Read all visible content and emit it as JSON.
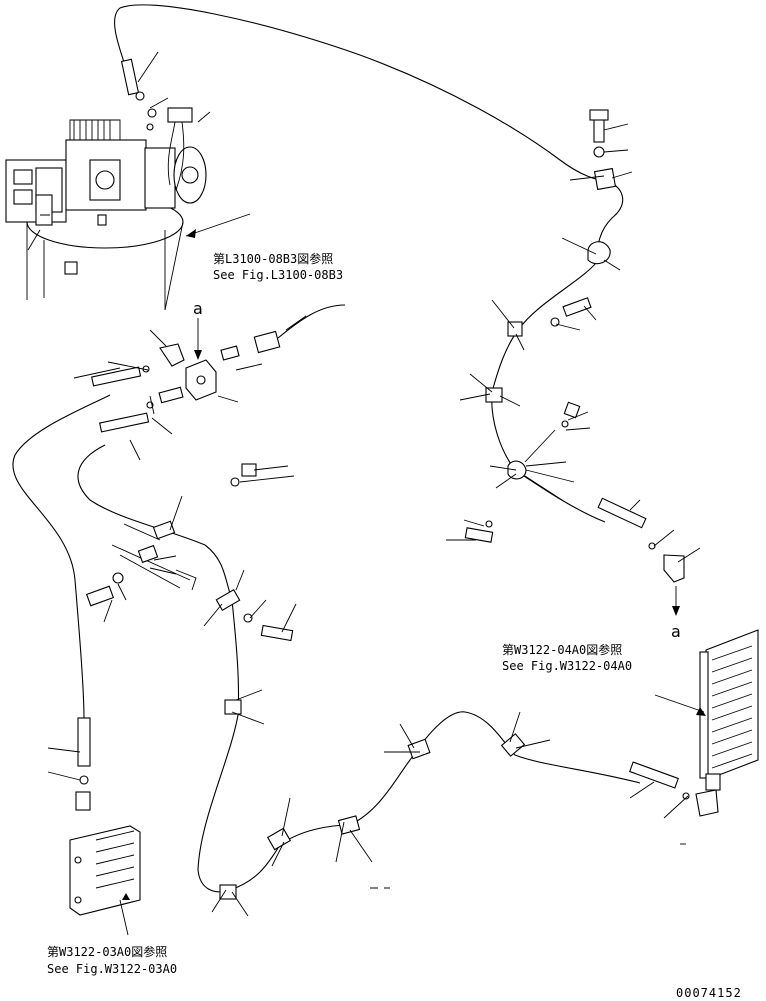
{
  "references": {
    "top": {
      "jp": "第L3100-08B3図参照",
      "en": "See Fig.L3100-08B3"
    },
    "right": {
      "jp": "第W3122-04A0図参照",
      "en": "See Fig.W3122-04A0"
    },
    "bottom_left": {
      "jp": "第W3122-03A0図参照",
      "en": "See Fig.W3122-03A0"
    }
  },
  "markers": {
    "top_a": "a",
    "right_a": "a"
  },
  "drawing_number": "00074152"
}
